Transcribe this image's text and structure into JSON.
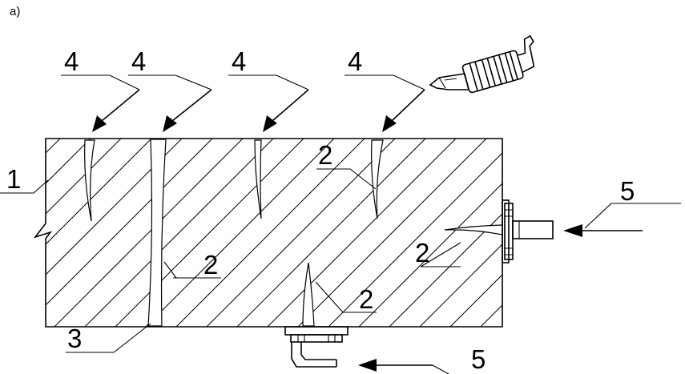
{
  "panel_label": "a)",
  "labels": {
    "block": "1",
    "crack": "2",
    "through_crack": "3",
    "injection_arrow": "4",
    "side_injection": "5"
  }
}
